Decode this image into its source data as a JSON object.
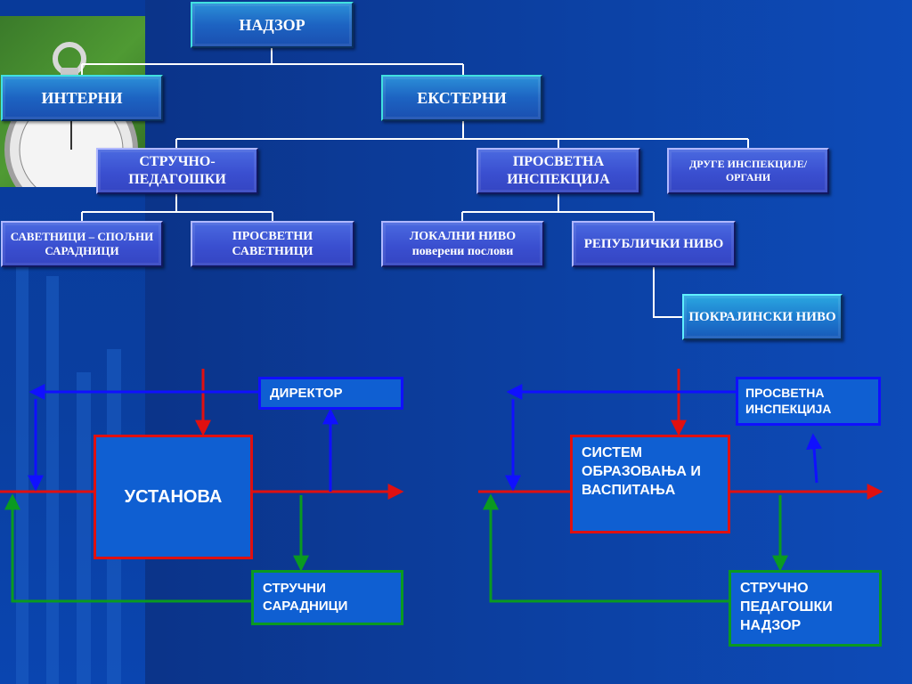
{
  "org_chart": {
    "root": "НАДЗОР",
    "internal": "ИНТЕРНИ",
    "external": "ЕКСТЕРНИ",
    "professional_pedagogical": "СТРУЧНО-ПЕДАГОШКИ",
    "educational_inspection": "ПРОСВЕТНА ИНСПЕКЦИЈА",
    "other_inspections": "ДРУГЕ ИНСПЕКЦИЈЕ/ОРГАНИ",
    "advisors_associates": "САВЕТНИЦИ – СПОЉНИ САРАДНИЦИ",
    "educational_advisors": "ПРОСВЕТНИ САВЕТНИЦИ",
    "local_level_title": "ЛОКАЛНИ НИВО",
    "local_level_subtitle": "поверени послови",
    "republic_level": "РЕПУБЛИЧКИ НИВО",
    "provincial_level": "ПОКРАЈИНСКИ НИВО"
  },
  "left_flow": {
    "director": "ДИРЕКТОР",
    "institution": "УСТАНОВА",
    "professional_associates": "СТРУЧНИ САРАДНИЦИ"
  },
  "right_flow": {
    "inspection": "ПРОСВЕТНА ИНСПЕКЦИЈА",
    "system": "СИСТЕМ ОБРАЗОВАЊА И ВАСПИТАЊА",
    "supervision": "СТРУЧНО ПЕДАГОШКИ НАДЗОР"
  },
  "colors": {
    "feedback_blue": "#1010ff",
    "input_red": "#e01010",
    "control_green": "#0a9a20",
    "connector": "#ffffff"
  }
}
